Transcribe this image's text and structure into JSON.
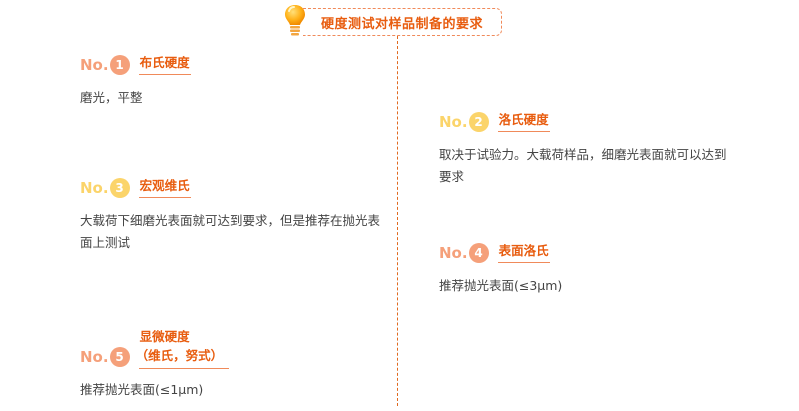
{
  "header": {
    "title": "硬度测试对样品制备的要求",
    "icon": "lightbulb-icon"
  },
  "colors": {
    "accent": "#e85d10",
    "salmon": "#f5a07a",
    "yellow": "#fbd46a",
    "line": "#e06a20",
    "text": "#444444"
  },
  "items": [
    {
      "prefix": "No.",
      "number": "1",
      "color": "#f5a07a",
      "title": "布氏硬度",
      "description": "磨光，平整"
    },
    {
      "prefix": "No.",
      "number": "2",
      "color": "#fbd46a",
      "title": "洛氏硬度",
      "description": "取决于试验力。大载荷样品，细磨光表面就可以达到要求"
    },
    {
      "prefix": "No.",
      "number": "3",
      "color": "#fbd46a",
      "title": "宏观维氏",
      "description": "大载荷下细磨光表面就可达到要求，但是推荐在抛光表面上测试"
    },
    {
      "prefix": "No.",
      "number": "4",
      "color": "#f5a07a",
      "title": "表面洛氏",
      "description": "推荐抛光表面(≤3μm)"
    },
    {
      "prefix": "No.",
      "number": "5",
      "color": "#f5a07a",
      "title_line1": "显微硬度",
      "title_line2": "（维氏，努式）",
      "description": "推荐抛光表面(≤1μm)"
    }
  ]
}
